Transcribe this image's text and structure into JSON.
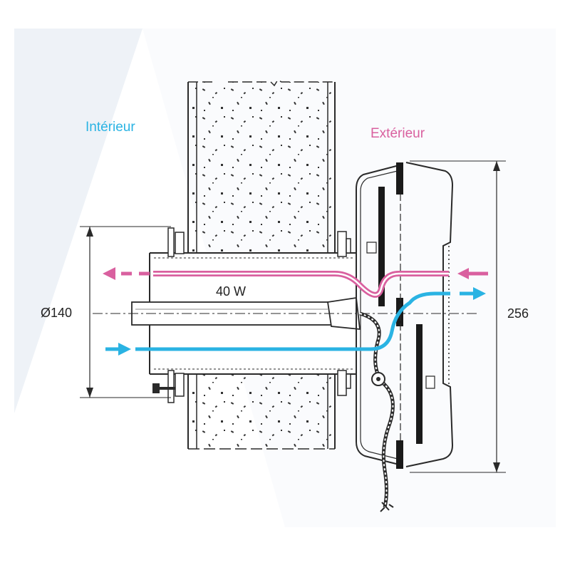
{
  "labels": {
    "interior": "Intérieur",
    "exterior": "Extérieur",
    "power": "40 W",
    "diameter": "Ø140",
    "height": "256"
  },
  "colors": {
    "interior_airflow": "#2ab3e3",
    "exterior_airflow": "#d9609f",
    "line": "#2a2a2a",
    "wall_speckle": "#333333",
    "paper_shade": "#eef2f7"
  },
  "icons": [
    "airflow-arrow-icon",
    "power-cable-icon",
    "mounting-screw-icon"
  ]
}
